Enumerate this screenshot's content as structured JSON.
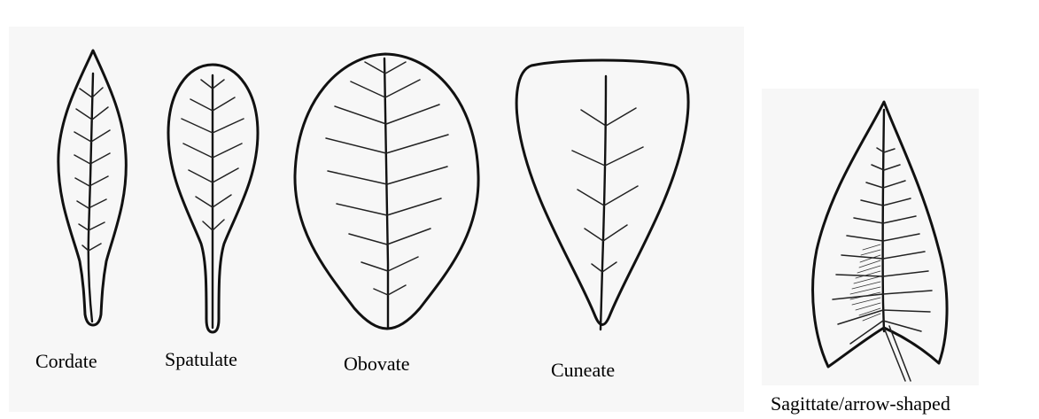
{
  "leaves": [
    {
      "id": "cordate",
      "label": "Cordate"
    },
    {
      "id": "spatulate",
      "label": "Spatulate"
    },
    {
      "id": "obovate",
      "label": "Obovate"
    },
    {
      "id": "cuneate",
      "label": "Cuneate"
    },
    {
      "id": "sagittate",
      "label": "Sagittate/arrow-shaped"
    }
  ],
  "colors": {
    "line": "#111111",
    "background": "#ffffff",
    "panel": "#f7f7f7"
  }
}
